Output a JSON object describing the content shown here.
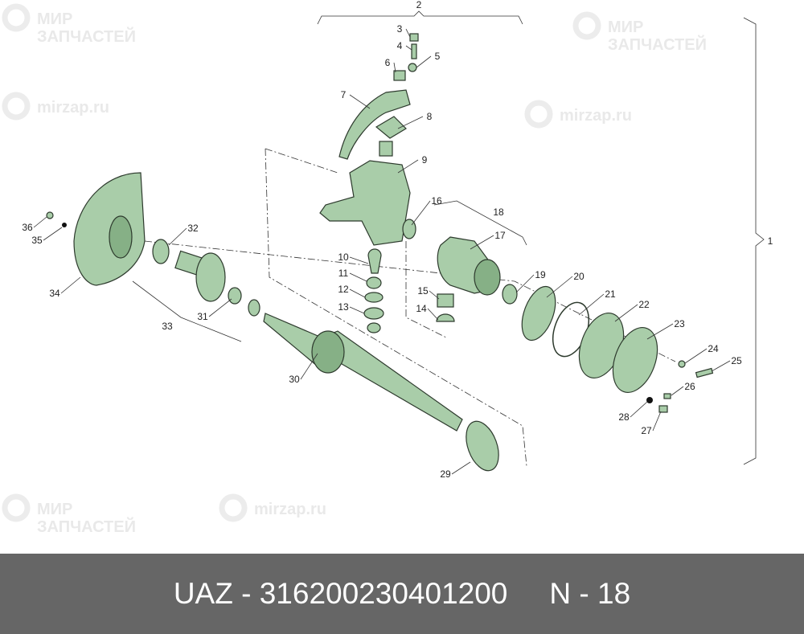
{
  "watermark": {
    "line1": "МИР",
    "line2": "ЗАПЧАСТЕЙ",
    "site": "mirzap.ru"
  },
  "diagram": {
    "part_labels": [
      "1",
      "2",
      "3",
      "4",
      "5",
      "6",
      "7",
      "8",
      "9",
      "10",
      "11",
      "12",
      "13",
      "14",
      "15",
      "16",
      "17",
      "18",
      "19",
      "20",
      "21",
      "22",
      "23",
      "24",
      "25",
      "26",
      "27",
      "28",
      "29",
      "30",
      "31",
      "32",
      "33",
      "34",
      "35",
      "36"
    ],
    "colors": {
      "part": "#a9cda9",
      "outline": "#2d3a2d"
    }
  },
  "footer": {
    "brand": "UAZ",
    "separator": " - ",
    "part_number": "316200230401200",
    "page_prefix": "N",
    "page": "18"
  }
}
